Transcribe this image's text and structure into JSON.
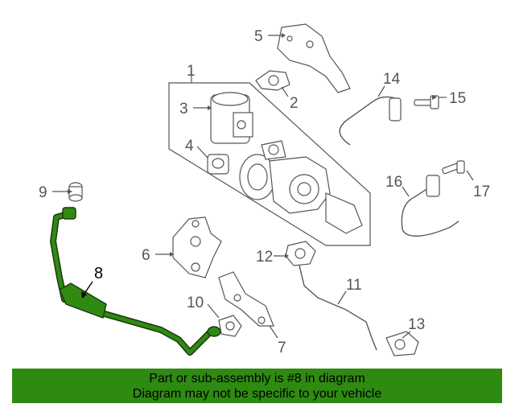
{
  "diagram": {
    "callouts": [
      "1",
      "2",
      "3",
      "4",
      "5",
      "6",
      "7",
      "8",
      "9",
      "10",
      "11",
      "12",
      "13",
      "14",
      "15",
      "16",
      "17"
    ],
    "highlighted_part": "8",
    "highlight_color": "#2f8a12",
    "line_color": "#555555"
  },
  "banner": {
    "line1": "Part or sub-assembly is #8 in diagram",
    "line2": "Diagram may not be specific to your vehicle",
    "background": "#2f8a12"
  }
}
